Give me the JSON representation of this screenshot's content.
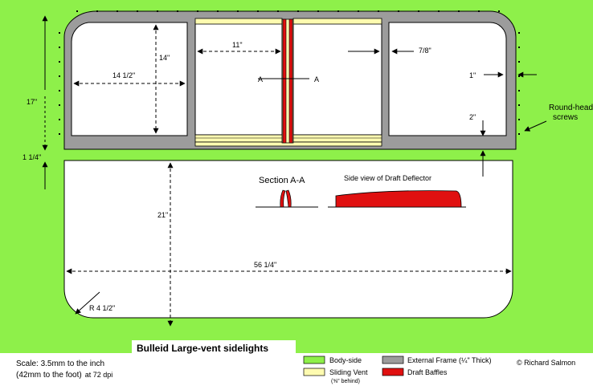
{
  "colors": {
    "body_side": "#8ef04a",
    "external_frame": "#9c9c9c",
    "sliding_vent": "#fefbb0",
    "draft_baffles": "#e01010",
    "glass": "#ffffff"
  },
  "title": "Bulleid Large-vent sidelights",
  "dimensions": {
    "pane_width": "14 1/2\"",
    "pane_height": "14\"",
    "vent_width": "11\"",
    "baffle_gap": "7/8\"",
    "frame_side": "1\"",
    "frame_bottom": "2\"",
    "frame_height": "17\"",
    "frame_gap": "1 1/4\"",
    "lower_height": "21\"",
    "lower_width": "56 1/4\"",
    "corner_radius": "R 4 1/2\""
  },
  "section_marker": "A",
  "section_title": "Section A-A",
  "side_view_title": "Side view of Draft Deflector",
  "screws_note": "Round-head screws",
  "scale_line1": "Scale: 3.5mm to the inch",
  "scale_line2_main": "(42mm to the foot)",
  "scale_line2_dpi": "at 72 dpi",
  "legend": {
    "body_side": "Body-side",
    "sliding_vent": "Sliding Vent",
    "sliding_vent_note": "(⅝\" behind)",
    "external_frame": "External Frame (¼\" Thick)",
    "draft_baffles": "Draft Baffles"
  },
  "credit": "© Richard Salmon"
}
